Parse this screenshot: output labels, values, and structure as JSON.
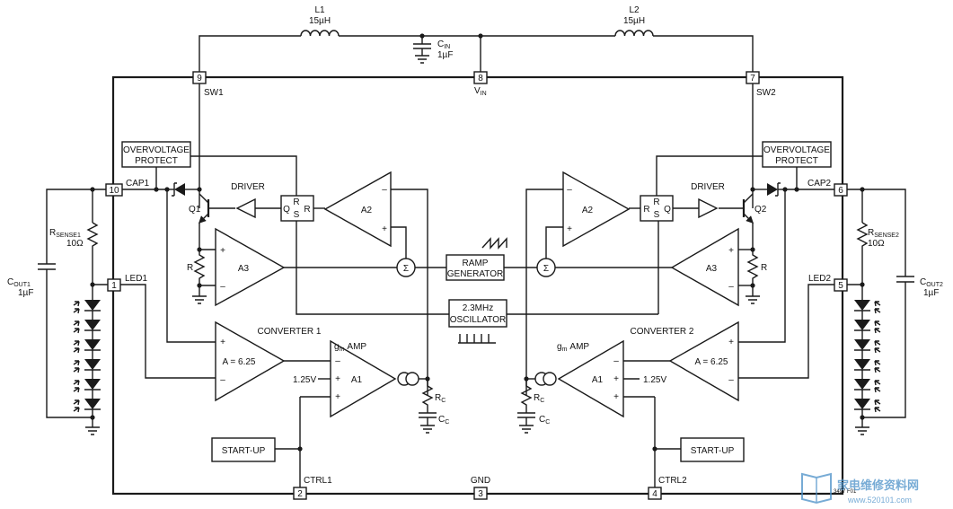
{
  "labels": {
    "l1": "L1",
    "l1_val": "15µH",
    "l2": "L2",
    "l2_val": "15µH",
    "cin": "C",
    "cin_sub": "IN",
    "cin_val": "1µF",
    "vin": "V",
    "vin_sub": "IN",
    "sw1": "SW1",
    "sw2": "SW2",
    "cap1": "CAP1",
    "cap2": "CAP2",
    "led1": "LED1",
    "led2": "LED2",
    "ctrl1": "CTRL1",
    "ctrl2": "CTRL2",
    "gnd": "GND",
    "ovp_line1": "OVERVOLTAGE",
    "ovp_line2": "PROTECT",
    "driver": "DRIVER",
    "q1": "Q1",
    "q2": "Q2",
    "a1": "A1",
    "a2": "A2",
    "a3": "A3",
    "r": "R",
    "s": "S",
    "q": "Q",
    "rsense1": "R",
    "rsense1_sub": "SENSE1",
    "rsense1_val": "10Ω",
    "rsense2": "R",
    "rsense2_sub": "SENSE2",
    "rsense2_val": "10Ω",
    "cout1": "C",
    "cout1_sub": "OUT1",
    "cout1_val": "1µF",
    "cout2": "C",
    "cout2_sub": "OUT2",
    "cout2_val": "1µF",
    "ramp_line1": "RAMP",
    "ramp_line2": "GENERATOR",
    "osc_line1": "2.3MHz",
    "osc_line2": "OSCILLATOR",
    "converter1": "CONVERTER 1",
    "converter2": "CONVERTER 2",
    "gm_amp": "AMP",
    "gm_g": "g",
    "gm_m": "m",
    "gain": "A = 6.25",
    "vref": "1.25V",
    "rc": "R",
    "rc_sub": "C",
    "cc": "C",
    "cc_sub": "C",
    "startup": "START-UP",
    "plus": "+",
    "minus": "–",
    "sigma": "Σ",
    "figure_id": "3497 F01",
    "watermark": "家电维修资料网",
    "watermark_url": "www.520101.com"
  },
  "pins": {
    "p1": "1",
    "p2": "2",
    "p3": "3",
    "p4": "4",
    "p5": "5",
    "p6": "6",
    "p7": "7",
    "p8": "8",
    "p9": "9",
    "p10": "10"
  }
}
